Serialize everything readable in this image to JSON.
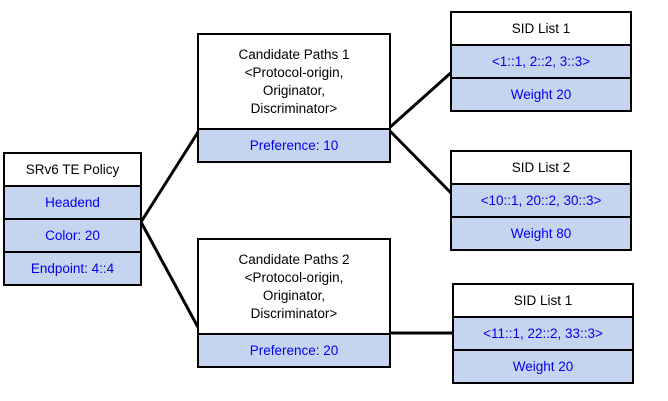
{
  "diagram": {
    "type": "block-diagram",
    "subject": "SRv6 TE Policy structure",
    "colors": {
      "row_fill": "#c6d5ef",
      "header_fill": "#ffffff",
      "border": "#000000",
      "accent_text": "#0000ee",
      "header_text": "#000000",
      "connector": "#000000"
    },
    "boxes": {
      "policy": {
        "title": "SRv6 TE Policy",
        "rows": [
          "Headend",
          "Color: 20",
          "Endpoint: 4::4"
        ]
      },
      "candidate_paths_1": {
        "title_lines": [
          "Candidate Paths 1",
          "<Protocol-origin,",
          "Originator,",
          "Discriminator>"
        ],
        "preference": "Preference: 10"
      },
      "candidate_paths_2": {
        "title_lines": [
          "Candidate Paths 2",
          "<Protocol-origin,",
          "Originator,",
          "Discriminator>"
        ],
        "preference": "Preference: 20"
      },
      "sid_list_top": {
        "title": "SID List 1",
        "sids": "<1::1, 2::2, 3::3>",
        "weight": "Weight 20"
      },
      "sid_list_middle": {
        "title": "SID List 2",
        "sids": "<10::1, 20::2, 30::3>",
        "weight": "Weight 80"
      },
      "sid_list_bottom": {
        "title": "SID List 1",
        "sids": "<11::1, 22::2, 33::3>",
        "weight": "Weight 20"
      }
    },
    "connections": [
      "policy -> candidate_paths_1",
      "policy -> candidate_paths_2",
      "candidate_paths_1 -> sid_list_top",
      "candidate_paths_1 -> sid_list_middle",
      "candidate_paths_2 -> sid_list_bottom"
    ]
  }
}
